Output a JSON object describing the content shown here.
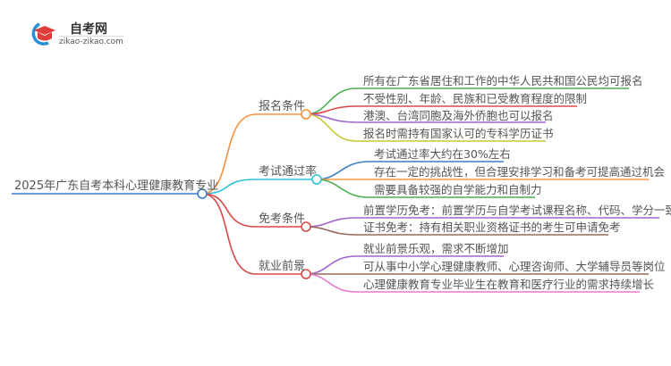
{
  "logo": {
    "name": "自考网",
    "url": "zikao-zikao.com"
  },
  "root": {
    "label": "2025年广东自考本科心理健康教育专业",
    "color": "#3a7fc8"
  },
  "branches": [
    {
      "label": "报名条件",
      "color": "#f7913d",
      "leaves": [
        {
          "text": "所有在广东省居住和工作的中华人民共和国公民均可报名",
          "color": "#4caf50"
        },
        {
          "text": "不受性别、年龄、民族和已受教育程度的限制",
          "color": "#e04848"
        },
        {
          "text": "港澳、台湾同胞及海外侨胞也可以报名",
          "color": "#a066cc"
        },
        {
          "text": "报名时需持有国家认可的专科学历证书",
          "color": "#c8c83c"
        }
      ]
    },
    {
      "label": "考试通过率",
      "color": "#2bc0d8",
      "leaves": [
        {
          "text": "考试通过率大约在30%左右",
          "color": "#3a7fc8"
        },
        {
          "text": "存在一定的挑战性，但合理安排学习和备考可提高通过机会",
          "color": "#ff9a3c"
        },
        {
          "text": "需要具备较强的自学能力和自制力",
          "color": "#4caf50"
        }
      ]
    },
    {
      "label": "免考条件",
      "color": "#d94848",
      "leaves": [
        {
          "text": "前置学历免考：前置学历与自学考试课程名称、代码、学分一致",
          "color": "#a066cc"
        },
        {
          "text": "证书免考：持有相关职业资格证书的考生可申请免考",
          "color": "#9a6a5a"
        }
      ]
    },
    {
      "label": "就业前景",
      "color": "#d94848",
      "leaves": [
        {
          "text": "就业前景乐观，需求不断增加",
          "color": "#a066cc"
        },
        {
          "text": "可从事中小学心理健康教师、心理咨询师、大学辅导员等岗位",
          "color": "#9a6a5a"
        },
        {
          "text": "心理健康教育专业毕业生在教育和医疗行业的需求持续增长",
          "color": "#e87ad0"
        }
      ]
    }
  ]
}
